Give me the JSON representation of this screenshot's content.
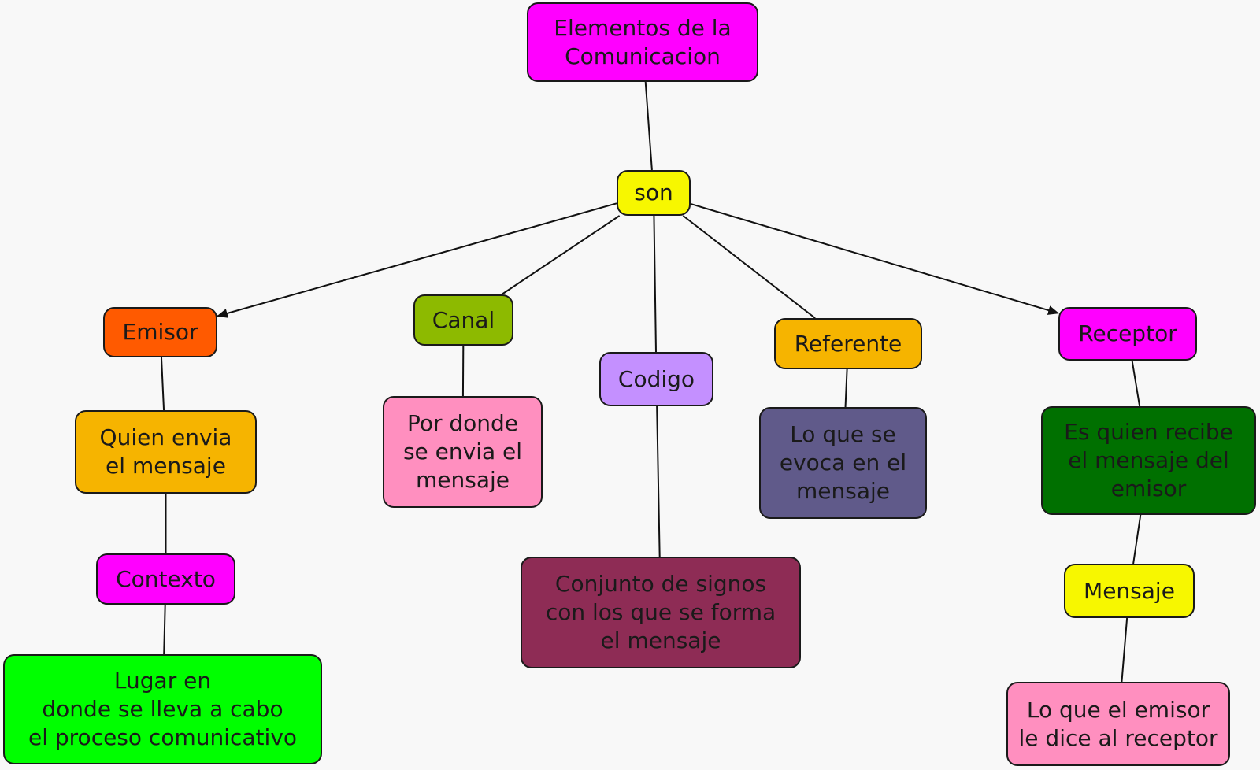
{
  "nodes": [
    {
      "id": "root",
      "label": "Elementos de la\nComunicacion",
      "color": "#ff00ff",
      "text_color": "#1a1a1a"
    },
    {
      "id": "son",
      "label": "son",
      "color": "#f7f700",
      "text_color": "#1a1a1a"
    },
    {
      "id": "emisor",
      "label": "Emisor",
      "color": "#ff5a00",
      "text_color": "#1a1a1a"
    },
    {
      "id": "canal",
      "label": "Canal",
      "color": "#8dba00",
      "text_color": "#1a1a1a"
    },
    {
      "id": "codigo",
      "label": "Codigo",
      "color": "#c490ff",
      "text_color": "#1a1a1a"
    },
    {
      "id": "referente",
      "label": "Referente",
      "color": "#f6b400",
      "text_color": "#1a1a1a"
    },
    {
      "id": "receptor",
      "label": "Receptor",
      "color": "#ff00ff",
      "text_color": "#1a1a1a"
    },
    {
      "id": "quien",
      "label": "Quien envia\nel mensaje",
      "color": "#f6b400",
      "text_color": "#1a1a1a"
    },
    {
      "id": "contexto",
      "label": "Contexto",
      "color": "#ff00ff",
      "text_color": "#1a1a1a"
    },
    {
      "id": "lugar",
      "label": "Lugar en\ndonde se lleva a cabo\nel proceso comunicativo",
      "color": "#00ff00",
      "text_color": "#1a1a1a"
    },
    {
      "id": "pordonde",
      "label": "Por donde\nse envia el\nmensaje",
      "color": "#ff8fbf",
      "text_color": "#1a1a1a"
    },
    {
      "id": "conjunto",
      "label": "Conjunto de signos\ncon los que se forma\nel mensaje",
      "color": "#8e2c55",
      "text_color": "#1a1a1a"
    },
    {
      "id": "loque",
      "label": "Lo que se\nevoca en el\nmensaje",
      "color": "#605a8a",
      "text_color": "#1a1a1a"
    },
    {
      "id": "esquien",
      "label": "Es quien recibe\nel mensaje del\nemisor",
      "color": "#007000",
      "text_color": "#1a1a1a"
    },
    {
      "id": "mensaje",
      "label": "Mensaje",
      "color": "#f7f700",
      "text_color": "#1a1a1a"
    },
    {
      "id": "loqueemisor",
      "label": "Lo que el emisor\nle dice al receptor",
      "color": "#ff8fbf",
      "text_color": "#1a1a1a"
    }
  ],
  "edges": [
    {
      "from": "root",
      "to": "son",
      "arrow": false
    },
    {
      "from": "son",
      "to": "emisor",
      "arrow": true
    },
    {
      "from": "son",
      "to": "canal",
      "arrow": false
    },
    {
      "from": "son",
      "to": "codigo",
      "arrow": false
    },
    {
      "from": "son",
      "to": "referente",
      "arrow": false
    },
    {
      "from": "son",
      "to": "receptor",
      "arrow": true
    },
    {
      "from": "emisor",
      "to": "quien",
      "arrow": false
    },
    {
      "from": "quien",
      "to": "contexto",
      "arrow": false
    },
    {
      "from": "contexto",
      "to": "lugar",
      "arrow": false
    },
    {
      "from": "canal",
      "to": "pordonde",
      "arrow": false
    },
    {
      "from": "codigo",
      "to": "conjunto",
      "arrow": false
    },
    {
      "from": "referente",
      "to": "loque",
      "arrow": false
    },
    {
      "from": "receptor",
      "to": "esquien",
      "arrow": false
    },
    {
      "from": "esquien",
      "to": "mensaje",
      "arrow": false
    },
    {
      "from": "mensaje",
      "to": "loqueemisor",
      "arrow": false
    }
  ]
}
